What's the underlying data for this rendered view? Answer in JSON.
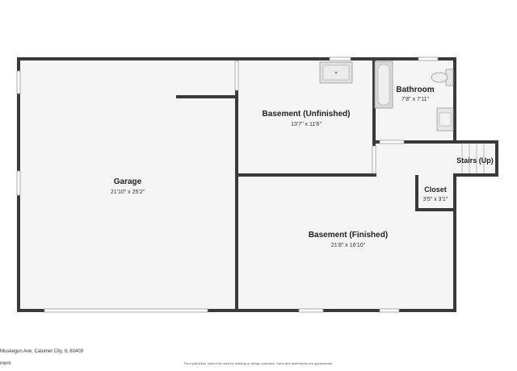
{
  "rooms": {
    "garage": {
      "name": "Garage",
      "dims": "21'10\" x 25'2\""
    },
    "basement_unfinished": {
      "name": "Basement (Unfinished)",
      "dims": "13'7\" x 11'6\""
    },
    "bathroom": {
      "name": "Bathroom",
      "dims": "7'8\" x 7'11\""
    },
    "stairs": {
      "name": "Stairs (Up)"
    },
    "closet": {
      "name": "Closet",
      "dims": "3'5\" x 3'1\""
    },
    "basement_finished": {
      "name": "Basement (Finished)",
      "dims": "21'8\" x 16'10\""
    }
  },
  "footer": {
    "address": "Muskegon Ave, Calumet City, IL 60409",
    "sublabel": "ment",
    "disclaimer": "Floor plans/tour cannot be used for building or design purposes. Sizes and dimensions are approximate."
  },
  "colors": {
    "wall": "#3a3a3a",
    "floor": "#f5f5f5",
    "fixture": "#cfcfcf"
  }
}
